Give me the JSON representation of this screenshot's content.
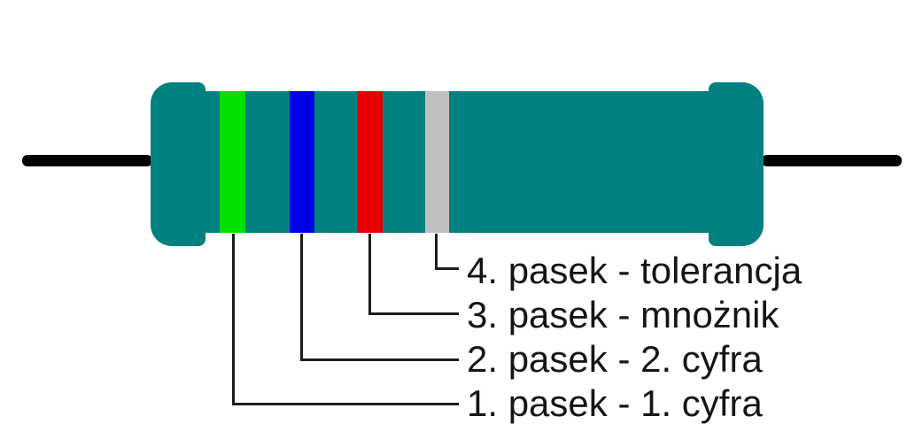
{
  "colors": {
    "background": "#ffffff",
    "body": "#008080",
    "wire": "#000000",
    "line": "#1c1c1c",
    "text": "#151515"
  },
  "resistor": {
    "bands": [
      {
        "name": "band-1-green",
        "color": "#00e000"
      },
      {
        "name": "band-2-blue",
        "color": "#0000e6"
      },
      {
        "name": "band-3-red",
        "color": "#e80000"
      },
      {
        "name": "band-4-silver",
        "color": "#c0c0c0"
      }
    ]
  },
  "annotations": [
    {
      "label": "4. pasek - tolerancja"
    },
    {
      "label": "3. pasek - mnożnik"
    },
    {
      "label": "2. pasek - 2. cyfra"
    },
    {
      "label": "1. pasek - 1. cyfra"
    }
  ]
}
